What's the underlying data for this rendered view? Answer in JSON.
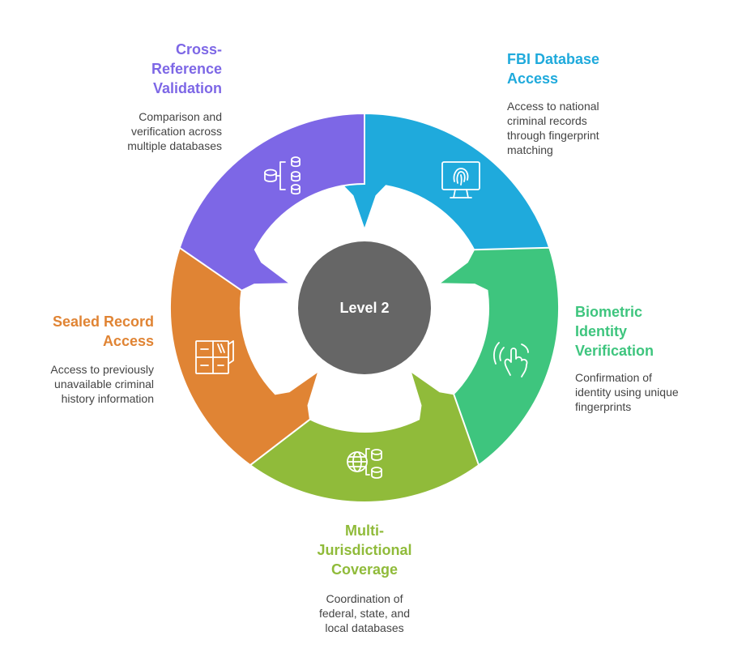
{
  "center": {
    "label": "Level 2",
    "color": "#666666"
  },
  "segments": [
    {
      "id": "fbi",
      "title": "FBI Database\nAccess",
      "description": "Access to national\ncriminal records\nthrough fingerprint\nmatching",
      "color": "#1faadc",
      "icon": "fingerprint-monitor-icon"
    },
    {
      "id": "bio",
      "title": "Biometric\nIdentity\nVerification",
      "description": "Confirmation of\nidentity using unique\nfingerprints",
      "color": "#3ec57e",
      "icon": "touch-gesture-icon"
    },
    {
      "id": "multi",
      "title": "Multi-\nJurisdictional\nCoverage",
      "description": "Coordination of\nfederal, state, and\nlocal databases",
      "color": "#90bb3a",
      "icon": "globe-database-icon"
    },
    {
      "id": "sealed",
      "title": "Sealed Record\nAccess",
      "description": "Access to previously\nunavailable criminal\nhistory information",
      "color": "#e08434",
      "icon": "file-cabinet-icon"
    },
    {
      "id": "cross",
      "title": "Cross-\nReference\nValidation",
      "description": "Comparison and\nverification across\nmultiple databases",
      "color": "#7d67e6",
      "icon": "database-network-icon"
    }
  ]
}
